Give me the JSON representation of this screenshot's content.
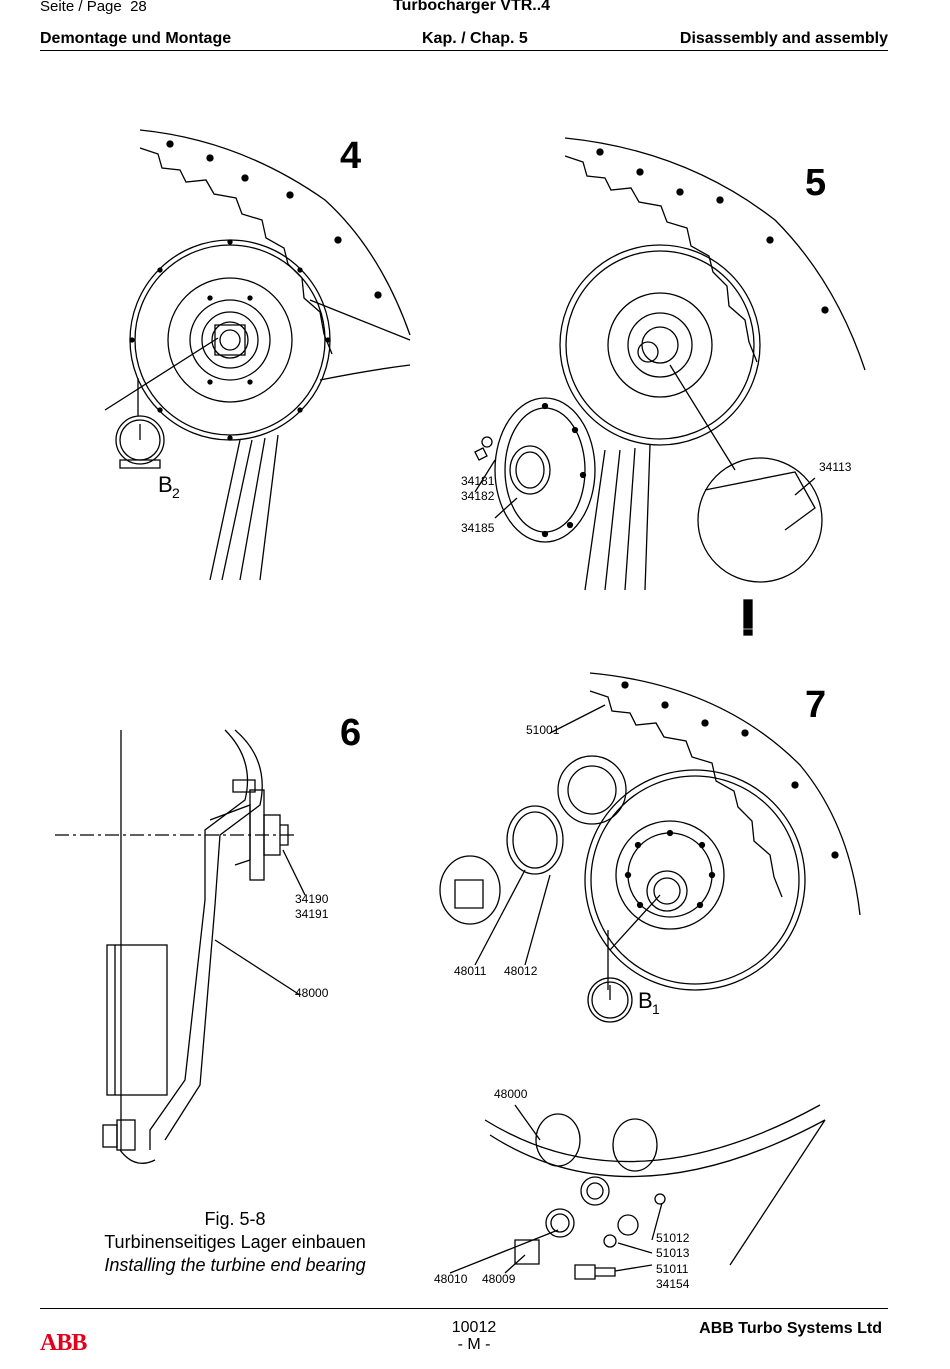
{
  "header": {
    "page_label": "Seite / Page",
    "page_number": "28",
    "product": "Turbocharger VTR..4",
    "title_de": "Demontage und Montage",
    "chapter": "Kap. / Chap. 5",
    "title_en": "Disassembly and assembly"
  },
  "figures": {
    "fig4": {
      "number": "4",
      "gauge_label": "B",
      "gauge_sub": "2"
    },
    "fig5": {
      "number": "5",
      "labels": [
        "34181",
        "34182",
        "34185",
        "34113"
      ],
      "warning": "!"
    },
    "fig6": {
      "number": "6",
      "labels": [
        "34190",
        "34191",
        "48000"
      ]
    },
    "fig7": {
      "number": "7",
      "gauge_label": "B",
      "gauge_sub": "1",
      "labels": [
        "51001",
        "48011",
        "48012",
        "48000",
        "51012",
        "51013",
        "51011",
        "34154",
        "48010",
        "48009"
      ]
    }
  },
  "caption": {
    "fig_id": "Fig. 5-8",
    "line_de": "Turbinenseitiges Lager einbauen",
    "line_en": "Installing the turbine end bearing"
  },
  "footer": {
    "doc_number": "10012",
    "revision": "- M -",
    "company": "ABB Turbo Systems Ltd",
    "logo_text": "ABB",
    "logo_color": "#e2001a"
  }
}
